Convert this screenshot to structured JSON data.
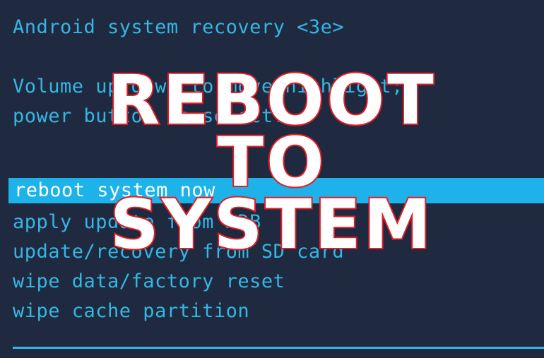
{
  "header": {
    "title": "Android system recovery <3e>"
  },
  "instructions": {
    "line1": "Volume up/down to move highlight;",
    "line2": "power button to select."
  },
  "menu": {
    "selected_index": 0,
    "items": [
      {
        "label": "reboot system now"
      },
      {
        "label": "apply update from ADB"
      },
      {
        "label": "update/recovery from SD card"
      },
      {
        "label": "wipe data/factory reset"
      },
      {
        "label": "wipe cache partition"
      }
    ]
  },
  "overlay": {
    "line1": "REBOOT",
    "line2": "TO",
    "line3": "SYSTEM"
  },
  "colors": {
    "background": "#1f2a40",
    "text": "#35b6e3",
    "highlight": "#1eb2ea",
    "overlay_fill": "#ffffff",
    "overlay_stroke": "#e41e26"
  }
}
